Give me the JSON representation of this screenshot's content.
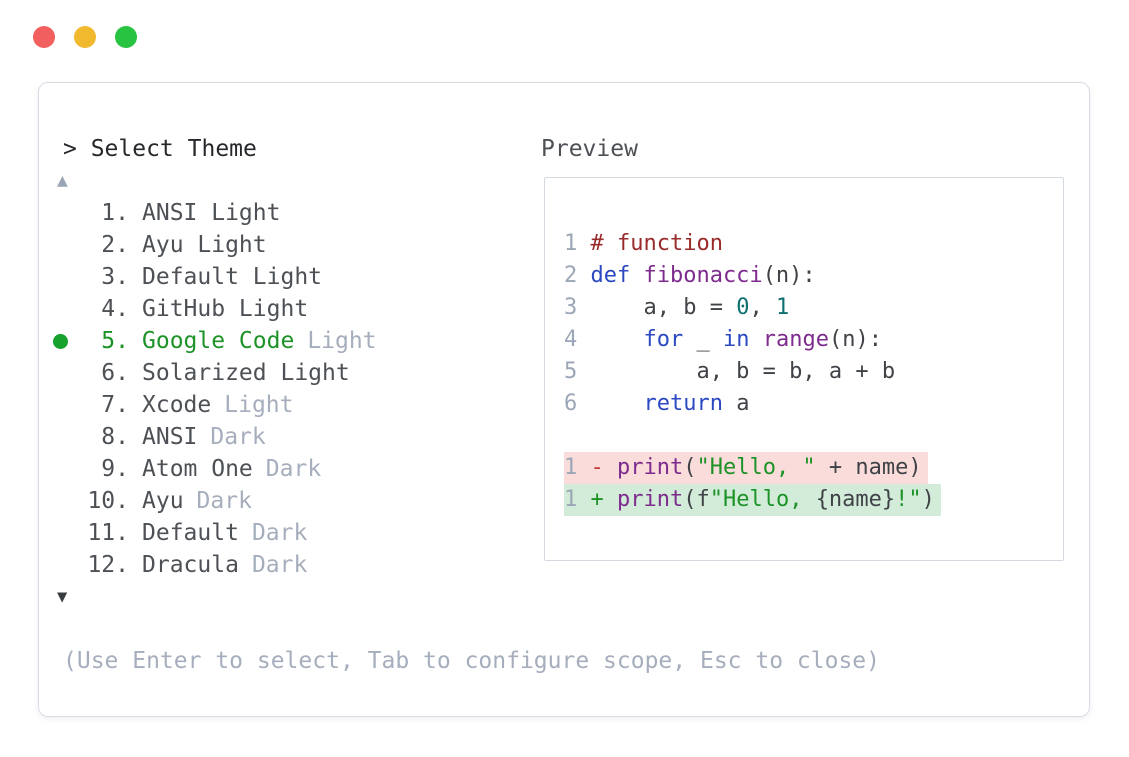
{
  "window": {
    "traffic_lights": {
      "close_color": "#f1605f",
      "minimize_color": "#f0b92e",
      "zoom_color": "#28c340"
    }
  },
  "dialog": {
    "title": "> Select Theme",
    "scroll_up": "▲",
    "scroll_down": "▼",
    "help_text": "(Use Enter to select, Tab to configure scope, Esc to close)",
    "selected_index": 5,
    "items": [
      {
        "num": "1.",
        "name": "ANSI Light",
        "suffix": ""
      },
      {
        "num": "2.",
        "name": "Ayu Light",
        "suffix": ""
      },
      {
        "num": "3.",
        "name": "Default Light",
        "suffix": ""
      },
      {
        "num": "4.",
        "name": "GitHub Light",
        "suffix": ""
      },
      {
        "num": "5.",
        "name": "Google Code",
        "suffix": "Light"
      },
      {
        "num": "6.",
        "name": "Solarized Light",
        "suffix": ""
      },
      {
        "num": "7.",
        "name": "Xcode",
        "suffix": "Light"
      },
      {
        "num": "8.",
        "name": "ANSI",
        "suffix": "Dark"
      },
      {
        "num": "9.",
        "name": "Atom One",
        "suffix": "Dark"
      },
      {
        "num": "10.",
        "name": "Ayu",
        "suffix": "Dark"
      },
      {
        "num": "11.",
        "name": "Default",
        "suffix": "Dark"
      },
      {
        "num": "12.",
        "name": "Dracula",
        "suffix": "Dark"
      }
    ]
  },
  "preview": {
    "label": "Preview",
    "code_lines": [
      {
        "no": "1",
        "comment": "# function"
      },
      {
        "no": "2",
        "kw": "def ",
        "fn": "fibonacci",
        "plain": "(n):"
      },
      {
        "no": "3",
        "plain1": "    a, b = ",
        "num1": "0",
        "plain2": ", ",
        "num2": "1"
      },
      {
        "no": "4",
        "plain1": "    ",
        "kw1": "for",
        "plain2": " _ ",
        "kw2": "in",
        "plain3": " ",
        "fn": "range",
        "plain4": "(n):"
      },
      {
        "no": "5",
        "plain": "        a, b = b, a + b"
      },
      {
        "no": "6",
        "plain1": "    ",
        "kw": "return",
        "plain2": " a"
      }
    ],
    "diff_removed": {
      "no": "1",
      "op": "- ",
      "fn": "print",
      "plain1": "(",
      "str": "\"Hello, \"",
      "plain2": " + name)"
    },
    "diff_added": {
      "no": "1",
      "op": "+ ",
      "fn": "print",
      "plain1": "(f",
      "str1": "\"Hello, ",
      "plain2": "{name}",
      "str2": "!\"",
      "plain3": ")"
    }
  },
  "colors": {
    "selected_green": "#1d9327",
    "muted_gray": "#a6aebd",
    "keyword_blue": "#2b49c0",
    "function_purple": "#7d2c8e",
    "comment_maroon": "#9a2b2b",
    "number_teal": "#0e6f6f",
    "string_green": "#1d9327",
    "removed_bg": "#fadcda",
    "added_bg": "#d3ecd9"
  }
}
